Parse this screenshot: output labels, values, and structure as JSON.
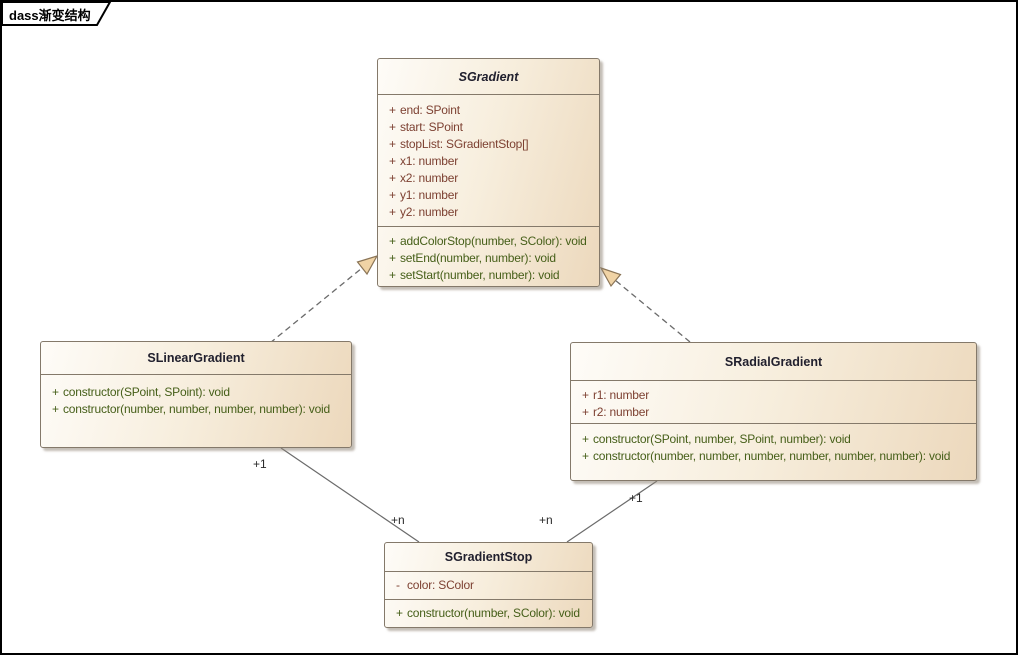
{
  "frame": {
    "label": "dass渐变结构"
  },
  "colors": {
    "box_fill_light": "#fefcf8",
    "box_fill_tan": "#ecd8bc",
    "box_border": "#84796a",
    "attribute_text": "#7d4132",
    "operation_text": "#465f19",
    "title_text": "#21202e",
    "connector_line": "#6b6b6b",
    "arrowhead_fill": "#f0d3a5",
    "arrowhead_stroke": "#8a7456"
  },
  "classes": {
    "sgradient": {
      "name": "SGradient",
      "attributes": [
        {
          "v": "+",
          "t": "end: SPoint"
        },
        {
          "v": "+",
          "t": "start: SPoint"
        },
        {
          "v": "+",
          "t": "stopList: SGradientStop[]"
        },
        {
          "v": "+",
          "t": "x1: number"
        },
        {
          "v": "+",
          "t": "x2: number"
        },
        {
          "v": "+",
          "t": "y1: number"
        },
        {
          "v": "+",
          "t": "y2: number"
        }
      ],
      "operations": [
        {
          "v": "+",
          "t": "addColorStop(number, SColor): void"
        },
        {
          "v": "+",
          "t": "setEnd(number, number): void"
        },
        {
          "v": "+",
          "t": "setStart(number, number): void"
        }
      ]
    },
    "slineargradient": {
      "name": "SLinearGradient",
      "operations": [
        {
          "v": "+",
          "t": "constructor(SPoint, SPoint): void"
        },
        {
          "v": "+",
          "t": "constructor(number, number, number, number): void"
        }
      ]
    },
    "sradialgradient": {
      "name": "SRadialGradient",
      "attributes": [
        {
          "v": "+",
          "t": "r1: number"
        },
        {
          "v": "+",
          "t": "r2: number"
        }
      ],
      "operations": [
        {
          "v": "+",
          "t": "constructor(SPoint, number, SPoint, number): void"
        },
        {
          "v": "+",
          "t": "constructor(number, number, number, number, number, number): void"
        }
      ]
    },
    "sgradientstop": {
      "name": "SGradientStop",
      "attributes": [
        {
          "v": "-",
          "t": "color: SColor"
        }
      ],
      "operations": [
        {
          "v": "+",
          "t": "constructor(number, SColor): void"
        }
      ]
    }
  },
  "relations": {
    "linear_generalizes_gradient": {
      "type": "generalization-dashed"
    },
    "radial_generalizes_gradient": {
      "type": "generalization-dashed"
    },
    "linear_to_stop": {
      "source_label": "+1",
      "target_label": "+n"
    },
    "radial_to_stop": {
      "source_label": "+1",
      "target_label": "+n"
    }
  }
}
